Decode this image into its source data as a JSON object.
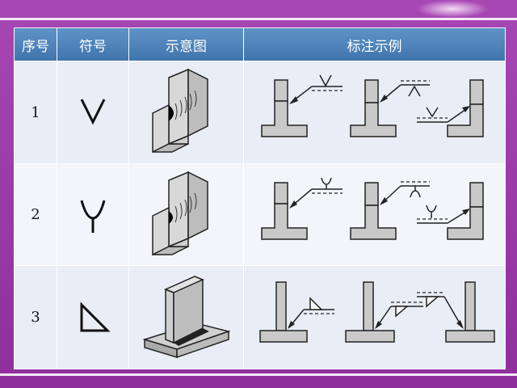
{
  "table": {
    "headers": [
      "序号",
      "符号",
      "示意图",
      "标注示例"
    ],
    "rows": [
      {
        "number": "1",
        "symbol": "v-groove-weld-symbol",
        "diagram": "v-groove-butt-joint",
        "examples": "v-weld-annotation-examples"
      },
      {
        "number": "2",
        "symbol": "y-groove-weld-symbol",
        "diagram": "y-groove-butt-joint",
        "examples": "y-weld-annotation-examples"
      },
      {
        "number": "3",
        "symbol": "fillet-weld-symbol",
        "diagram": "fillet-t-joint",
        "examples": "fillet-weld-annotation-examples"
      }
    ]
  },
  "colors": {
    "frame": "#9b3fa6",
    "header": "#4a7fb8",
    "row_light": "#e9edf6",
    "row_alt": "#f3f5fa",
    "metal": "#c9c9c9",
    "weld": "#111111",
    "arrow": "#222222"
  }
}
